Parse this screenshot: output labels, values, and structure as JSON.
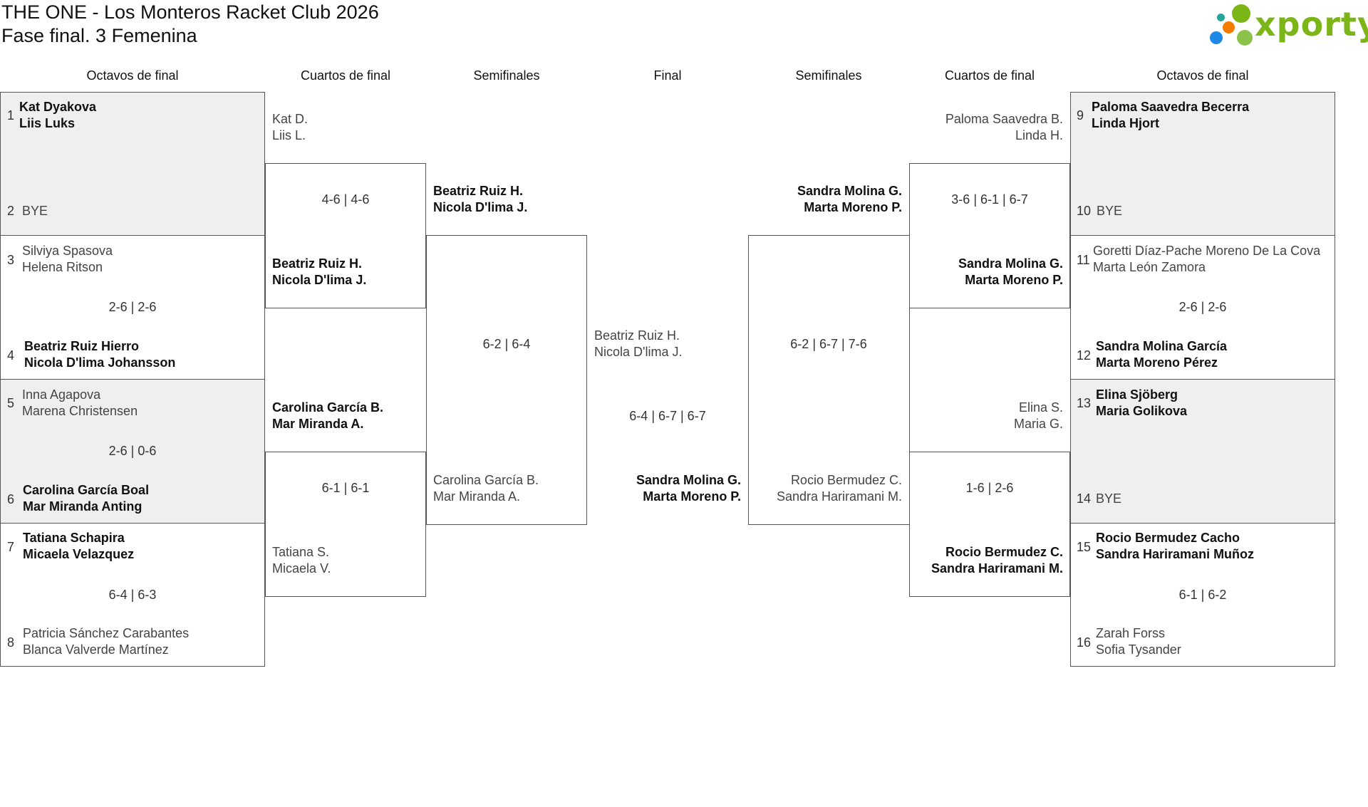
{
  "header": {
    "title": "THE ONE - Los Monteros Racket Club 2026",
    "subtitle": "Fase final. 3 Femenina",
    "logo_text": "xporty"
  },
  "round_headers": {
    "left_r16": "Octavos de final",
    "left_qf": "Cuartos de final",
    "left_sf": "Semifinales",
    "final": "Final",
    "right_sf": "Semifinales",
    "right_qf": "Cuartos de final",
    "right_r16": "Octavos de final"
  },
  "left_r16": [
    {
      "seed_a": "1",
      "a1": "Kat Dyakova",
      "a2": "Liis Luks",
      "seed_b": "2",
      "b1": "BYE",
      "b2": "",
      "score": ""
    },
    {
      "seed_a": "3",
      "a1": "Silviya Spasova",
      "a2": "Helena Ritson",
      "seed_b": "4",
      "b1": "Beatriz Ruiz Hierro",
      "b2": "Nicola D'lima Johansson",
      "score": "2-6 | 2-6"
    },
    {
      "seed_a": "5",
      "a1": "Inna Agapova",
      "a2": "Marena Christensen",
      "seed_b": "6",
      "b1": "Carolina García Boal",
      "b2": "Mar Miranda Anting",
      "score": "2-6 | 0-6"
    },
    {
      "seed_a": "7",
      "a1": "Tatiana Schapira",
      "a2": "Micaela Velazquez",
      "seed_b": "8",
      "b1": "Patricia Sánchez Carabantes",
      "b2": "Blanca Valverde Martínez",
      "score": "6-4 | 6-3"
    }
  ],
  "right_r16": [
    {
      "seed_a": "9",
      "a1": "Paloma Saavedra Becerra",
      "a2": "Linda Hjort",
      "seed_b": "10",
      "b1": "BYE",
      "b2": "",
      "score": ""
    },
    {
      "seed_a": "11",
      "a1": "Goretti Díaz-Pache Moreno De La Cova",
      "a2": "Marta León Zamora",
      "seed_b": "12",
      "b1": "Sandra Molina García",
      "b2": "Marta Moreno Pérez",
      "score": "2-6 | 2-6"
    },
    {
      "seed_a": "13",
      "a1": "Elina Sjöberg",
      "a2": "Maria Golikova",
      "seed_b": "14",
      "b1": "BYE",
      "b2": "",
      "score": ""
    },
    {
      "seed_a": "15",
      "a1": "Rocio Bermudez Cacho",
      "a2": "Sandra Hariramani Muñoz",
      "seed_b": "16",
      "b1": "Zarah Forss",
      "b2": "Sofia Tysander",
      "score": "6-1 | 6-2"
    }
  ],
  "left_qf": [
    {
      "a1": "Kat D.",
      "a2": "Liis L.",
      "b1": "Beatriz Ruiz H.",
      "b2": "Nicola D'lima J.",
      "score": "4-6 | 4-6"
    },
    {
      "a1": "Carolina García B.",
      "a2": "Mar Miranda A.",
      "b1": "Tatiana S.",
      "b2": "Micaela V.",
      "score": "6-1 | 6-1"
    }
  ],
  "right_qf": [
    {
      "a1": "Paloma Saavedra B.",
      "a2": "Linda H.",
      "b1": "Sandra Molina G.",
      "b2": "Marta Moreno P.",
      "score": "3-6 | 6-1 | 6-7"
    },
    {
      "a1": "Elina S.",
      "a2": "Maria G.",
      "b1": "Rocio Bermudez C.",
      "b2": "Sandra Hariramani M.",
      "score": "1-6 | 2-6"
    }
  ],
  "left_sf": {
    "a1": "Beatriz Ruiz H.",
    "a2": "Nicola D'lima J.",
    "b1": "Carolina García B.",
    "b2": "Mar Miranda A.",
    "score": "6-2 | 6-4"
  },
  "right_sf": {
    "a1": "Sandra Molina G.",
    "a2": "Marta Moreno P.",
    "b1": "Rocio Bermudez C.",
    "b2": "Sandra Hariramani M.",
    "score": "6-2 | 6-7 | 7-6"
  },
  "final": {
    "a1": "Beatriz Ruiz H.",
    "a2": "Nicola D'lima J.",
    "b1": "Sandra Molina G.",
    "b2": "Marta Moreno P.",
    "score": "6-4 | 6-7 | 6-7"
  }
}
